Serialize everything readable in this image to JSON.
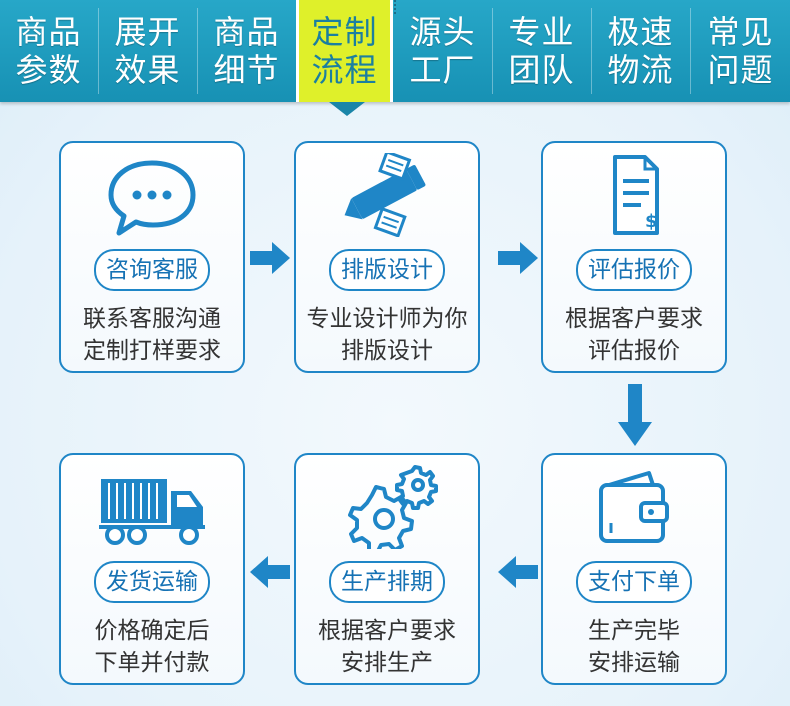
{
  "nav": {
    "tabs": [
      {
        "line1": "商品",
        "line2": "参数"
      },
      {
        "line1": "展开",
        "line2": "效果"
      },
      {
        "line1": "商品",
        "line2": "细节"
      },
      {
        "line1": "定制",
        "line2": "流程",
        "active": true
      },
      {
        "line1": "源头",
        "line2": "工厂"
      },
      {
        "line1": "专业",
        "line2": "团队"
      },
      {
        "line1": "极速",
        "line2": "物流"
      },
      {
        "line1": "常见",
        "line2": "问题"
      }
    ]
  },
  "steps": [
    {
      "title": "咨询客服",
      "desc1": "联系客服沟通",
      "desc2": "定制打样要求",
      "icon": "chat-bubble-icon"
    },
    {
      "title": "排版设计",
      "desc1": "专业设计师为你",
      "desc2": "排版设计",
      "icon": "pen-paper-icon"
    },
    {
      "title": "评估报价",
      "desc1": "根据客户要求",
      "desc2": "评估报价",
      "icon": "invoice-icon"
    },
    {
      "title": "支付下单",
      "desc1": "生产完毕",
      "desc2": "安排运输",
      "icon": "wallet-icon"
    },
    {
      "title": "生产排期",
      "desc1": "根据客户要求",
      "desc2": "安排生产",
      "icon": "gears-icon"
    },
    {
      "title": "发货运输",
      "desc1": "价格确定后",
      "desc2": "下单并付款",
      "icon": "truck-icon"
    }
  ],
  "colors": {
    "nav": "#1a9dc0",
    "active_tab": "#dff02a",
    "accent": "#1f86c7"
  }
}
